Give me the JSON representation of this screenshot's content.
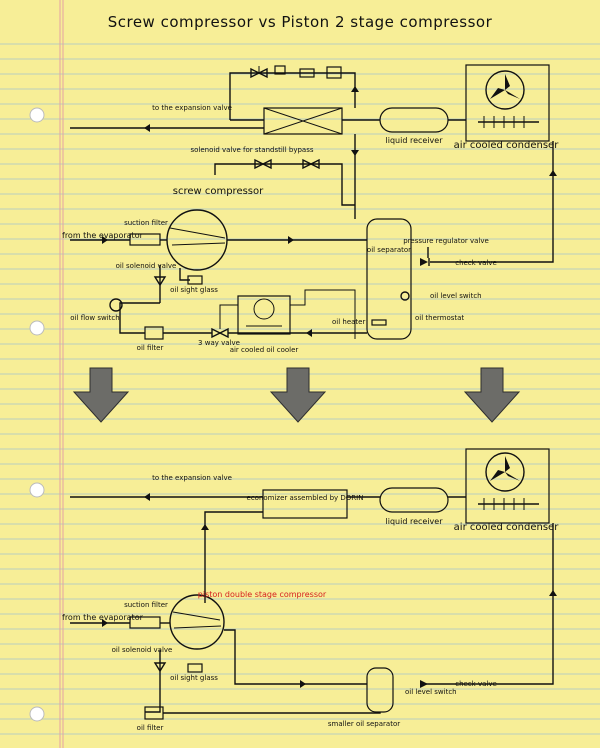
{
  "title": "Screw compressor vs Piston 2 stage compressor",
  "top": {
    "to_expansion_valve": "to the expansion valve",
    "liquid_receiver": "liquid receiver",
    "air_cooled_condenser": "air cooled condenser",
    "solenoid_bypass": "solenoid valve for standstill bypass",
    "screw_compressor": "screw compressor",
    "suction_filter": "suction filter",
    "from_evaporator": "from the evaporator",
    "oil_solenoid_valve": "oil solenoid valve",
    "oil_sight_glass": "oil sight glass",
    "oil_flow_switch": "oil flow switch",
    "oil_filter": "oil filter",
    "three_way_valve": "3 way valve",
    "air_cooled_oil_cooler": "air cooled oil cooler",
    "oil_heater": "oil heater",
    "oil_separator": "oil separator",
    "pressure_regulator_valve": "pressure regulator valve",
    "check_valve": "check valve",
    "oil_level_switch": "oil level switch",
    "oil_thermostat": "oil thermostat"
  },
  "bottom": {
    "to_expansion_valve": "to the expansion valve",
    "economizer": "economizer assembled by DORIN",
    "liquid_receiver": "liquid receiver",
    "air_cooled_condenser": "air cooled condenser",
    "from_evaporator": "from the evaporator",
    "suction_filter": "suction filter",
    "piston_compressor": "piston double stage compressor",
    "oil_solenoid_valve": "oil solenoid valve",
    "oil_sight_glass": "oil sight glass",
    "oil_filter": "oil filter",
    "check_valve": "check valve",
    "oil_level_switch": "oil level switch",
    "smaller_oil_separator": "smaller oil separator"
  },
  "colors": {
    "paper": "#f7ee97",
    "ruled_line": "#a6c3cc",
    "margin_line": "#e6a3a3",
    "ink": "#111111",
    "accent_red": "#d51f1f",
    "arrow_gray": "#6c6c68"
  }
}
